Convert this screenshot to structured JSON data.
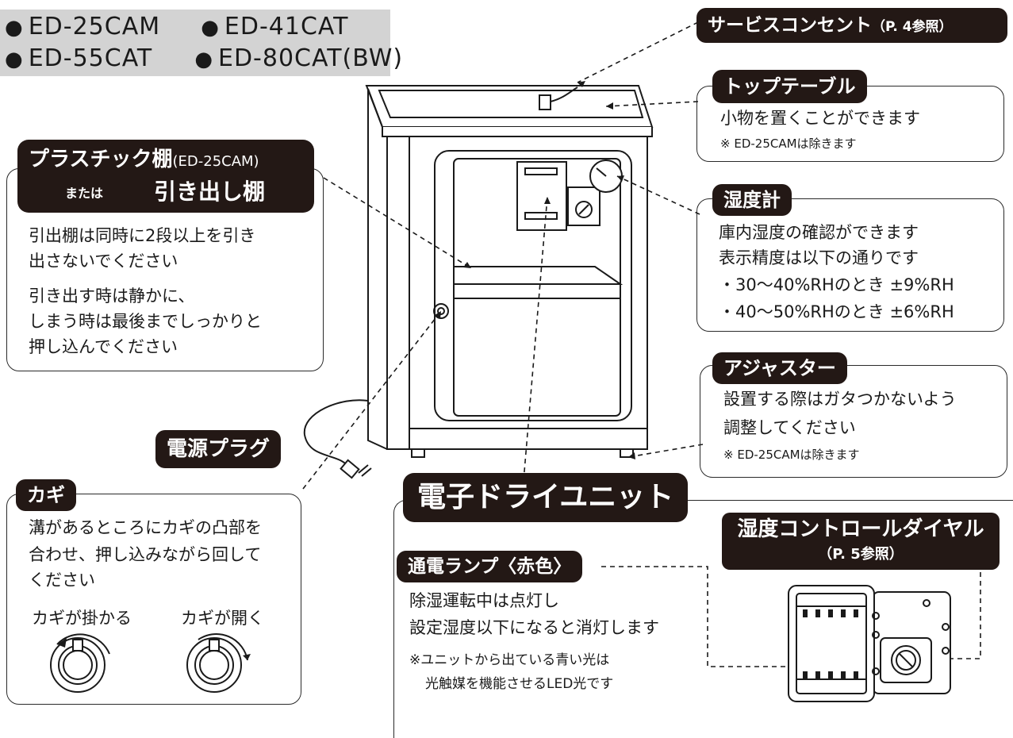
{
  "models": {
    "r1a": "ED-25CAM",
    "r1b": "ED-41CAT",
    "r2a": "ED-55CAT",
    "r2b": "ED-80CAT(BW)",
    "bullet": "●"
  },
  "service": {
    "label": "サービスコンセント",
    "ref": "（P. 4参照）"
  },
  "top_table": {
    "label": "トップテーブル",
    "line1": "小物を置くことができます",
    "note": "※ ED-25CAMは除きます"
  },
  "shelf": {
    "label_main": "プラスチック棚",
    "label_model": "(ED-25CAM)",
    "label_or": "または",
    "label_alt": "引き出し棚",
    "line1": "引出棚は同時に2段以上を引き",
    "line2": "出さないでください",
    "line3": "引き出す時は静かに、",
    "line4": "しまう時は最後までしっかりと",
    "line5": "押し込んでください"
  },
  "hygrometer": {
    "label": "湿度計",
    "line1": "庫内湿度の確認ができます",
    "line2": "表示精度は以下の通りです",
    "line3": "・30～40%RHのとき ±9%RH",
    "line4": "・40～50%RHのとき ±6%RH"
  },
  "adjuster": {
    "label": "アジャスター",
    "line1": "設置する際はガタつかないよう",
    "line2": "調整してください",
    "note": "※ ED-25CAMは除きます"
  },
  "plug": {
    "label": "電源プラグ"
  },
  "key": {
    "label": "カギ",
    "line1": "溝があるところにカギの凸部を",
    "line2": "合わせ、押し込みながら回して",
    "line3": "ください",
    "locked": "カギが掛かる",
    "open": "カギが開く"
  },
  "dry_unit": {
    "label": "電子ドライユニット"
  },
  "lamp": {
    "label": "通電ランプ〈赤色〉",
    "line1": "除湿運転中は点灯し",
    "line2": "設定湿度以下になると消灯します",
    "note1": "※ユニットから出ている青い光は",
    "note2": "光触媒を機能させるLED光です"
  },
  "dial": {
    "label": "湿度コントロールダイヤル",
    "ref": "（P. 5参照）"
  },
  "colors": {
    "tag_bg": "#231815",
    "model_band": "#d3d3d3",
    "line": "#2a2a2a"
  }
}
